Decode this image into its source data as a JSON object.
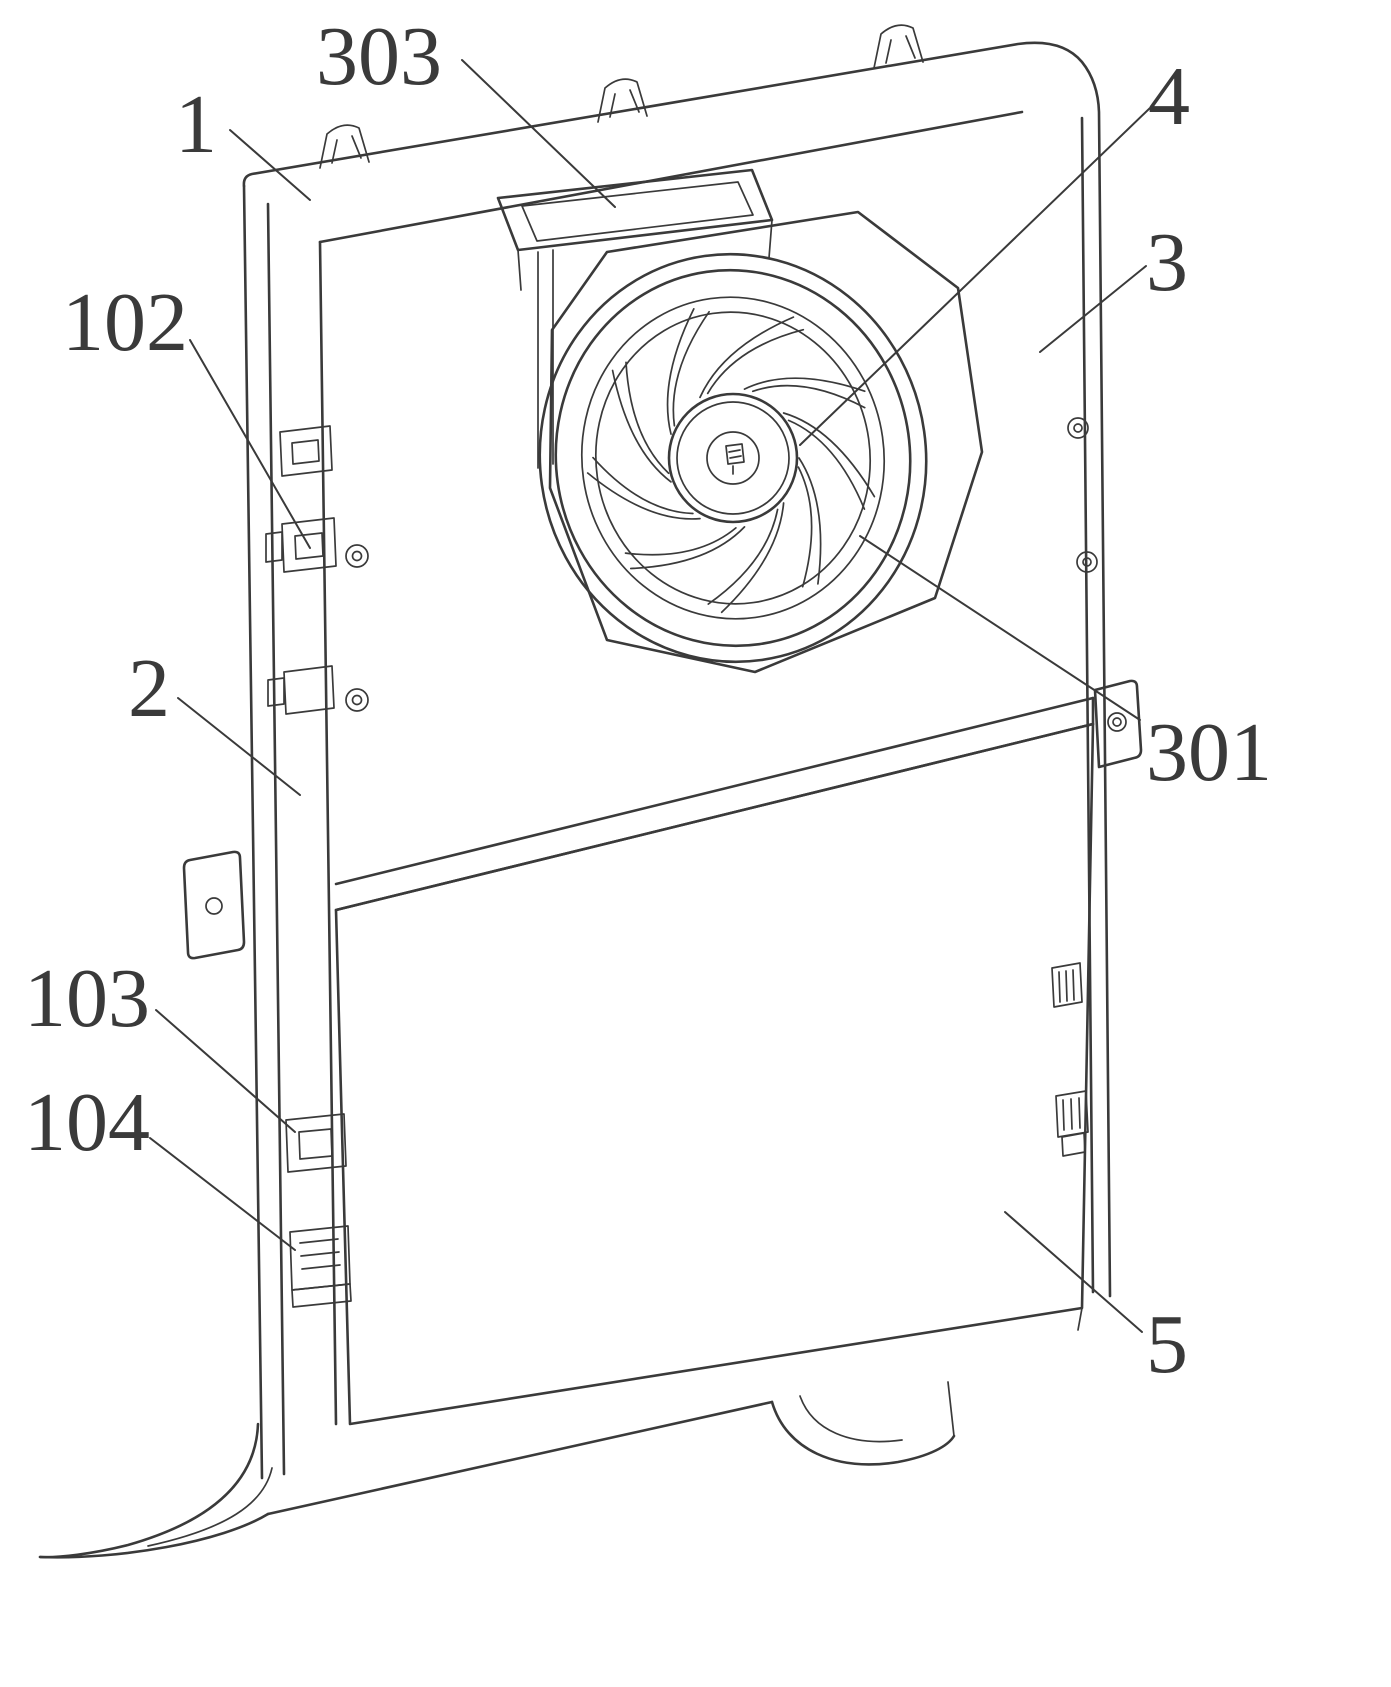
{
  "colors": {
    "ink": "#3a3a3a",
    "background": "#ffffff"
  },
  "labels": {
    "l1": "1",
    "l2": "2",
    "l3": "3",
    "l4": "4",
    "l5": "5",
    "l102": "102",
    "l103": "103",
    "l104": "104",
    "l301": "301",
    "l303": "303"
  }
}
